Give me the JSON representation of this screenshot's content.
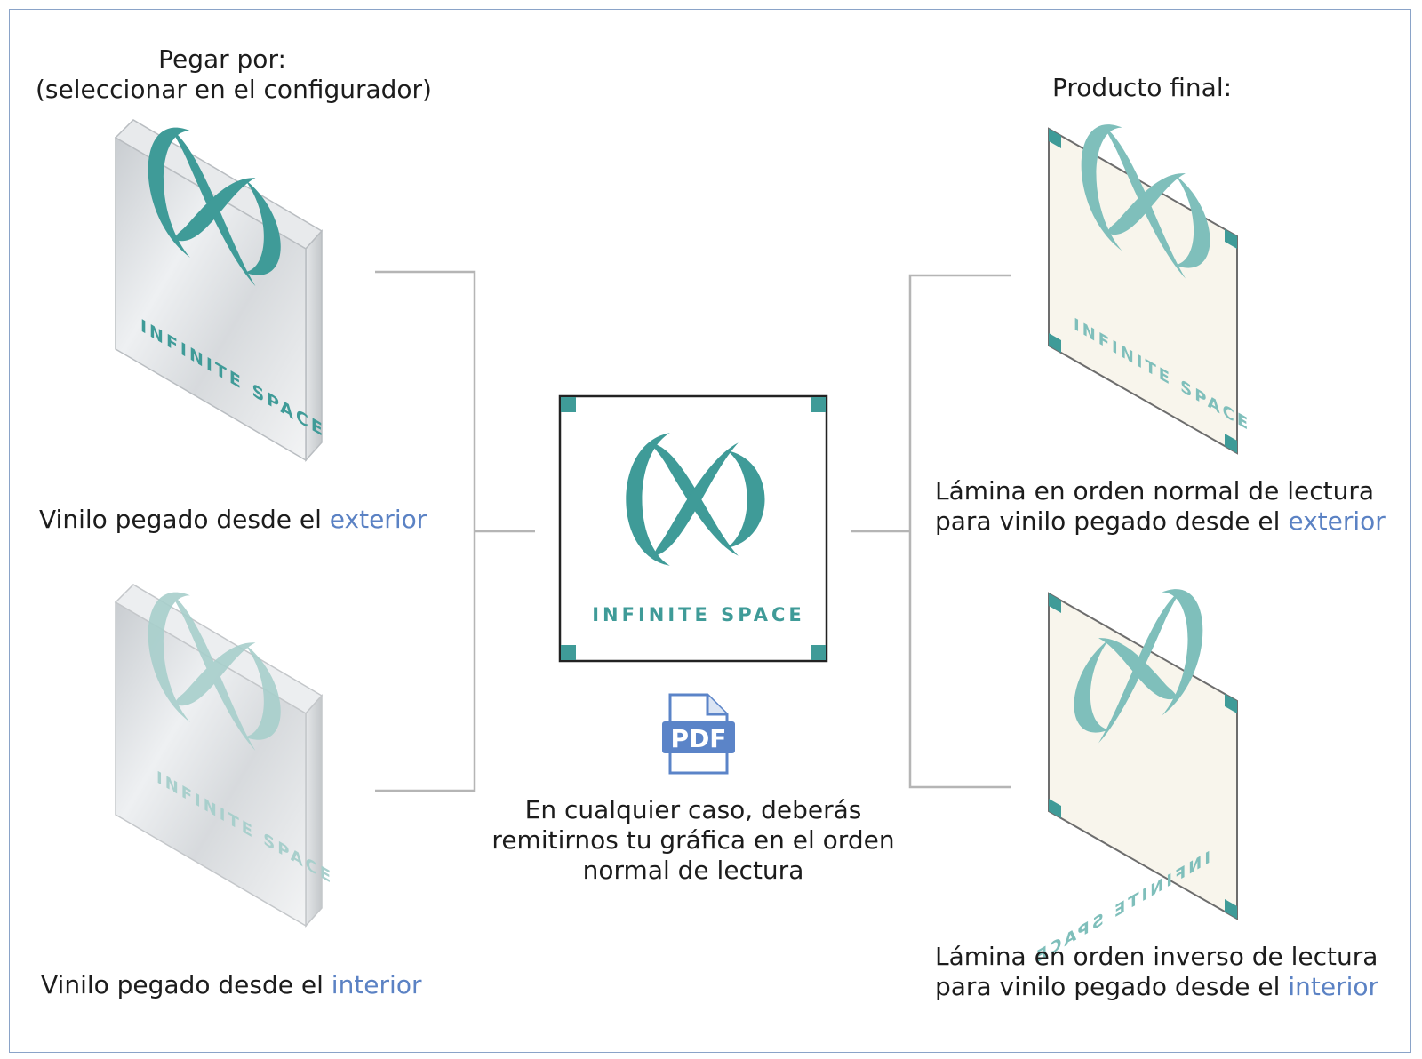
{
  "left_heading": {
    "line1": "Pegar por:",
    "line2": "(seleccionar en el configurador)"
  },
  "right_heading": "Producto final:",
  "brand_text": "INFINITE SPACE",
  "pdf_label": "PDF",
  "left_items": [
    {
      "caption_prefix": "Vinilo pegado desde el ",
      "caption_highlight": "exterior"
    },
    {
      "caption_prefix": "Vinilo pegado desde el ",
      "caption_highlight": "interior"
    }
  ],
  "right_items": [
    {
      "line1": "Lámina en orden normal de lectura",
      "line2_prefix": "para vinilo pegado desde el ",
      "line2_highlight": "exterior"
    },
    {
      "line1": "Lámina en orden inverso de lectura",
      "line2_prefix": "para vinilo pegado desde el ",
      "line2_highlight": "interior"
    }
  ],
  "center_note": {
    "line1": "En cualquier caso, deberás",
    "line2": "remitirnos tu gráfica en el orden",
    "line3": "normal de lectura"
  },
  "colors": {
    "teal": "#3f9b98",
    "teal_light": "#8cc6c2",
    "accent_blue": "#5b82c4",
    "pdf_blue": "#5b84c8",
    "sheet_cream": "#f8f5ec",
    "connector_gray": "#b5b5b5",
    "frame_border": "#8aa3c8"
  },
  "icons": [
    "infinity-logo-icon",
    "pdf-file-icon"
  ]
}
